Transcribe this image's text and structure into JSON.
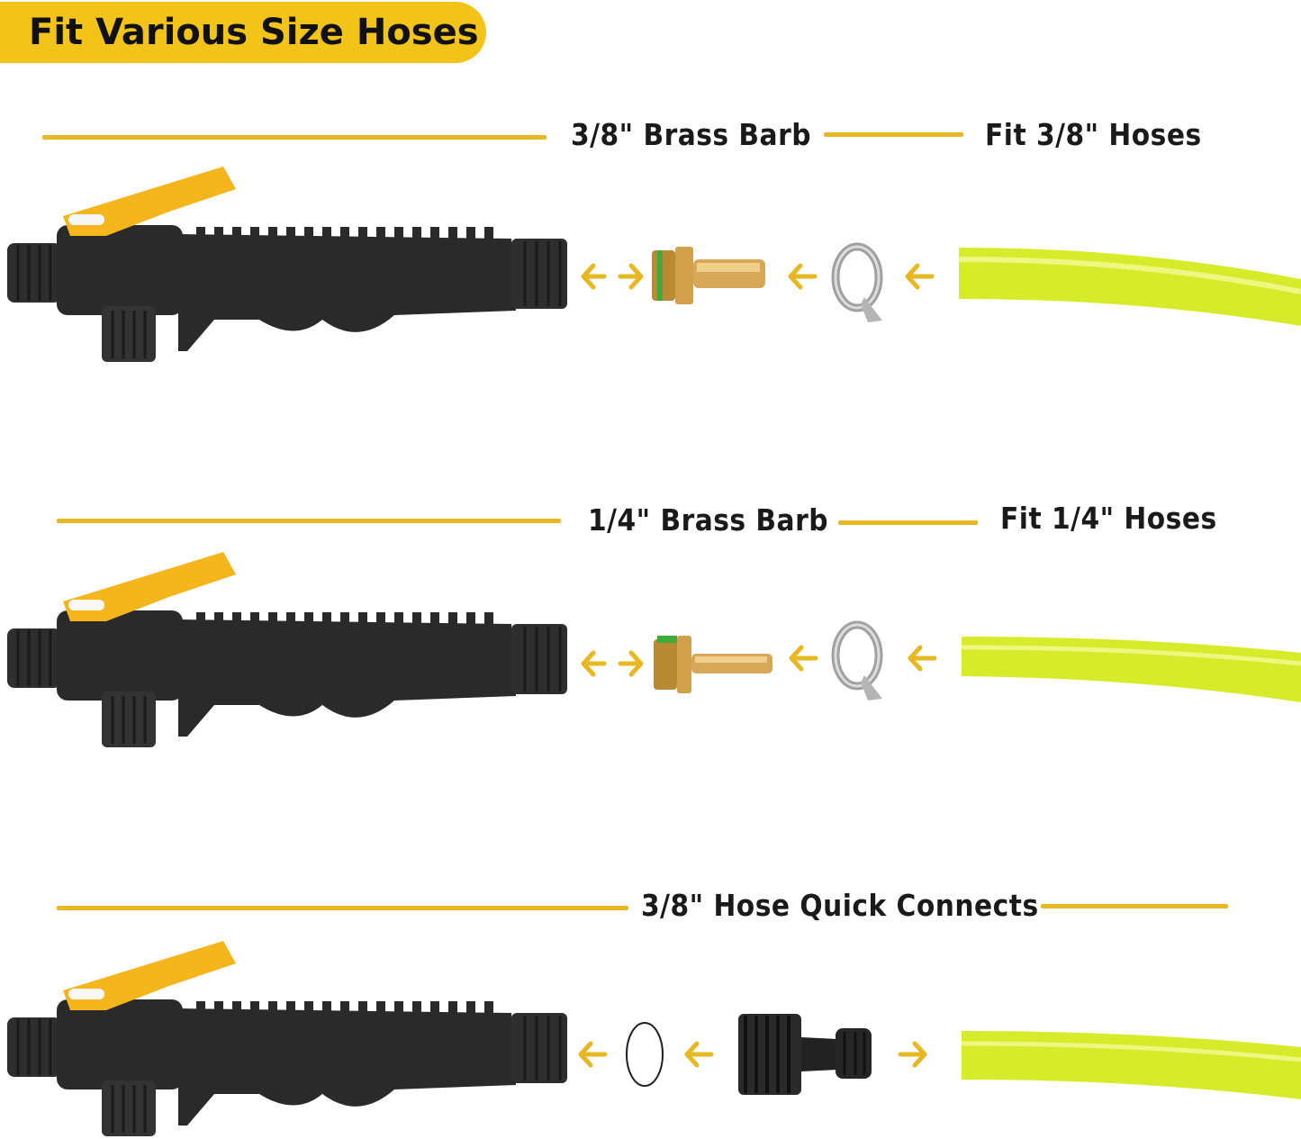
{
  "header": {
    "badge_text": "Fit Various Size Hoses"
  },
  "rows": [
    {
      "barb_label": "3/8\" Brass Barb",
      "fit_label": "Fit  3/8\" Hoses"
    },
    {
      "barb_label": "1/4\" Brass Barb",
      "fit_label": "Fit  1/4\" Hoses"
    },
    {
      "connect_label": "3/8\" Hose Quick Connects"
    }
  ],
  "colors": {
    "accent_yellow": "#e8b824",
    "badge_yellow": "#f2c318",
    "hose_green": "#d6ec2a",
    "handle_black": "#2a2a2a",
    "brass": "#c9963a",
    "oring_green": "#3cab3c"
  }
}
